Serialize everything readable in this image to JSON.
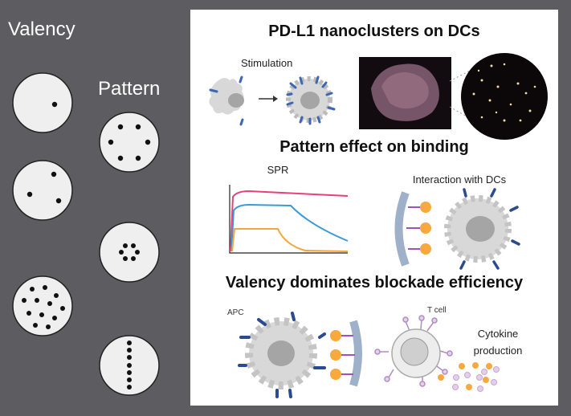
{
  "left": {
    "valency_label": "Valency",
    "pattern_label": "Pattern"
  },
  "panel": {
    "section1_title": "PD-L1 nanoclusters on DCs",
    "stimulation_label": "Stimulation",
    "section2_title": "Pattern effect on binding",
    "spr_label": "SPR",
    "interaction_label": "Interaction with DCs",
    "section3_title": "Valency dominates blockade efficiency",
    "apc_label": "APC",
    "tcell_label": "T cell",
    "cytokine_line1": "Cytokine",
    "cytokine_line2": "production"
  },
  "colors": {
    "background": "#5d5c61",
    "spr_pink": "#e8407a",
    "spr_blue": "#3a9ad9",
    "spr_orange": "#f5a53a",
    "receptor_blue": "#2b4a8f",
    "orange": "#f7a940",
    "lilac": "#c9a6d6"
  }
}
